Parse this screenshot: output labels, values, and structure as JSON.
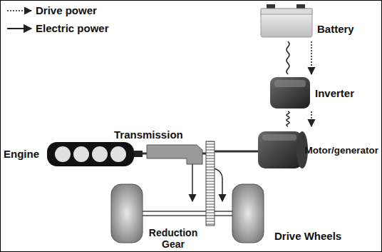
{
  "diagram": {
    "nodes": [
      {
        "text": [
          "Battery"
        ]
      },
      {
        "text": [
          "Inverter"
        ]
      },
      {
        "text": [
          "Motor/generator"
        ]
      },
      {
        "text": [
          "Engine"
        ]
      },
      {
        "text": [
          "Transmission"
        ]
      },
      {
        "text": [
          "Reduction Gear"
        ]
      },
      {
        "text": [
          "Drive Wheels"
        ]
      }
    ],
    "edges": [
      {
        "from": 0,
        "to": 1,
        "arrow": "to"
      },
      {
        "from": 1,
        "to": 2,
        "arrow": "to"
      },
      {
        "from": 0,
        "to": 1,
        "arrow": "none"
      },
      {
        "from": 1,
        "to": 2,
        "arrow": "none"
      }
    ],
    "legend": [
      {
        "text": "Drive power"
      },
      {
        "text": "Electric power"
      }
    ]
  }
}
